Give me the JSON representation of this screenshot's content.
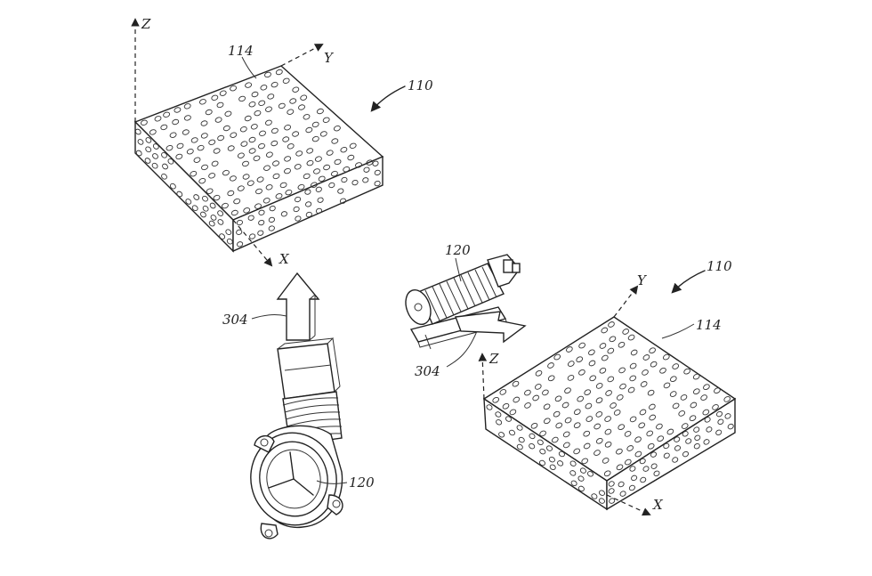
{
  "labels": {
    "axis_z_left": "Z",
    "axis_y_left": "Y",
    "axis_x_left": "X",
    "ref_114_left": "114",
    "ref_110_left": "110",
    "ref_304_left": "304",
    "ref_120_left": "120",
    "ref_120_right": "120",
    "ref_304_right": "304",
    "axis_z_right": "Z",
    "axis_y_right": "Y",
    "axis_x_right": "X",
    "ref_110_right": "110",
    "ref_114_right": "114"
  },
  "colors": {
    "line": "#222222",
    "background": "#ffffff"
  }
}
